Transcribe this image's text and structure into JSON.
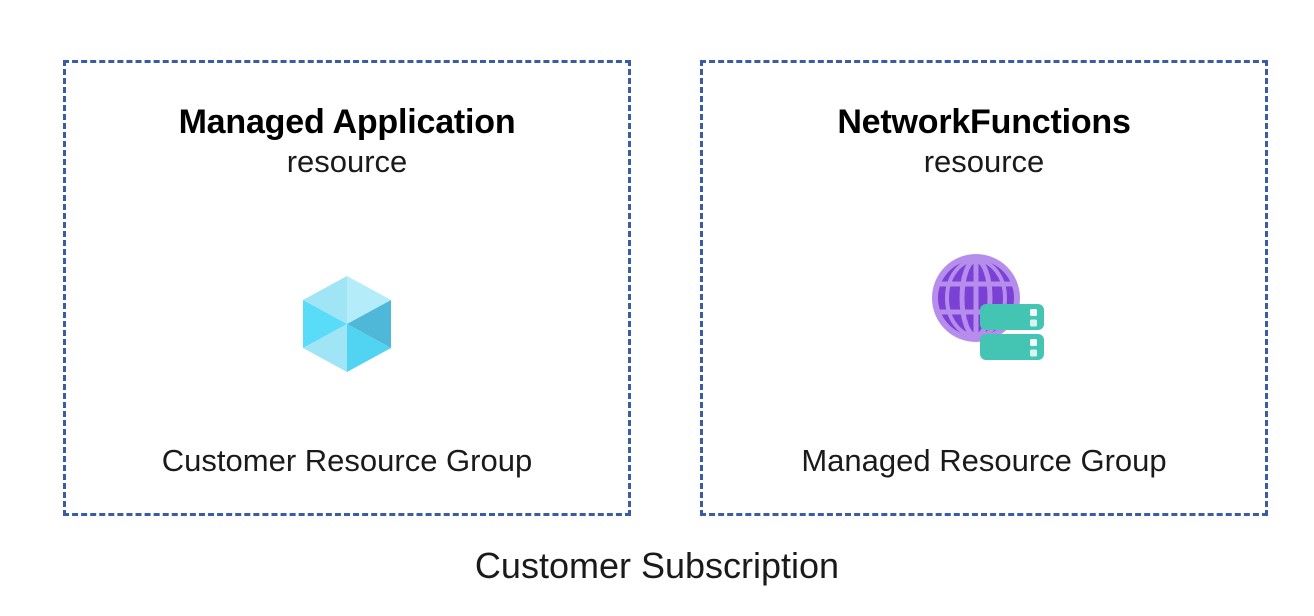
{
  "diagram": {
    "caption": "Customer Subscription",
    "accent_border_color": "#3b5ba5",
    "background_color": "#ffffff"
  },
  "groups": [
    {
      "id": "customer-resource-group",
      "label": "Customer Resource Group",
      "resource": {
        "name": "Managed Application",
        "kind": "resource",
        "icon": "managed-application-cube-icon",
        "icon_colors": {
          "top_left_facet": "#9fe5f5",
          "top_right_facet": "#b4ecf9",
          "right_facet": "#4fb8d8",
          "bottom_right_facet": "#50d4f2",
          "bottom_left_facet": "#9fe5f5",
          "left_facet": "#59dcf7"
        }
      }
    },
    {
      "id": "managed-resource-group",
      "label": "Managed Resource Group",
      "resource": {
        "name": "NetworkFunctions",
        "kind": "resource",
        "icon": "network-functions-globe-server-icon",
        "icon_colors": {
          "globe_fill": "#7a41d4",
          "globe_rim": "#b68cec",
          "globe_grid": "#b68cec",
          "server_fill": "#44c5b4",
          "server_indicator": "#eafaf7"
        }
      }
    }
  ]
}
